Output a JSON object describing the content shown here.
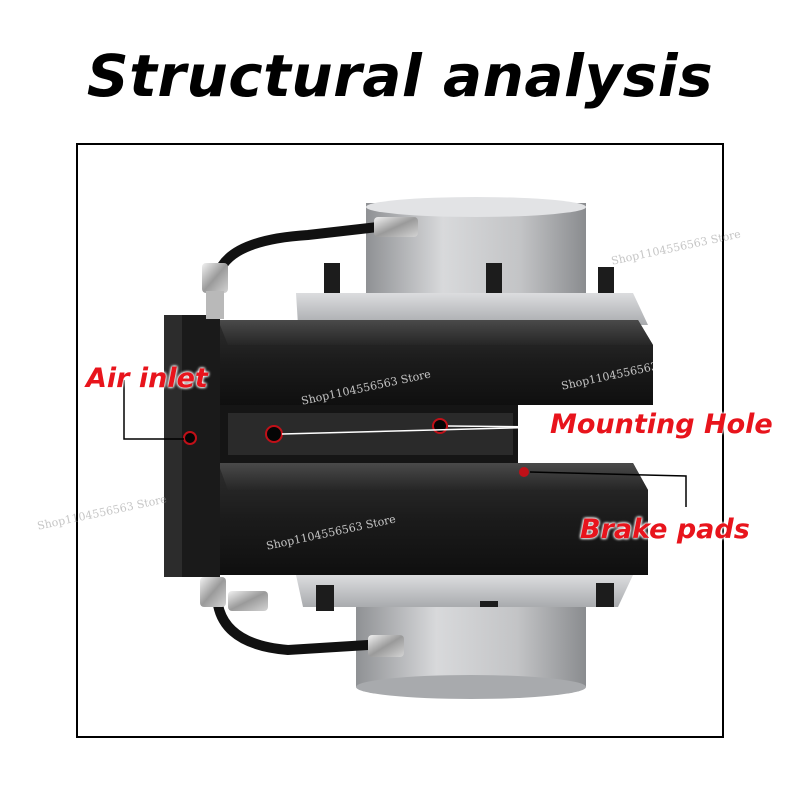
{
  "title": "Structural analysis",
  "labels": {
    "air_inlet": "Air inlet",
    "mounting_hole": "Mounting Hole",
    "brake_pads": "Brake pads"
  },
  "watermark": "Shop1104556563 Store",
  "colors": {
    "label_red": "#e8141c",
    "frame_border": "#000000",
    "brake_body": "#1e1e1e",
    "aluminum": "#c9cacc"
  }
}
